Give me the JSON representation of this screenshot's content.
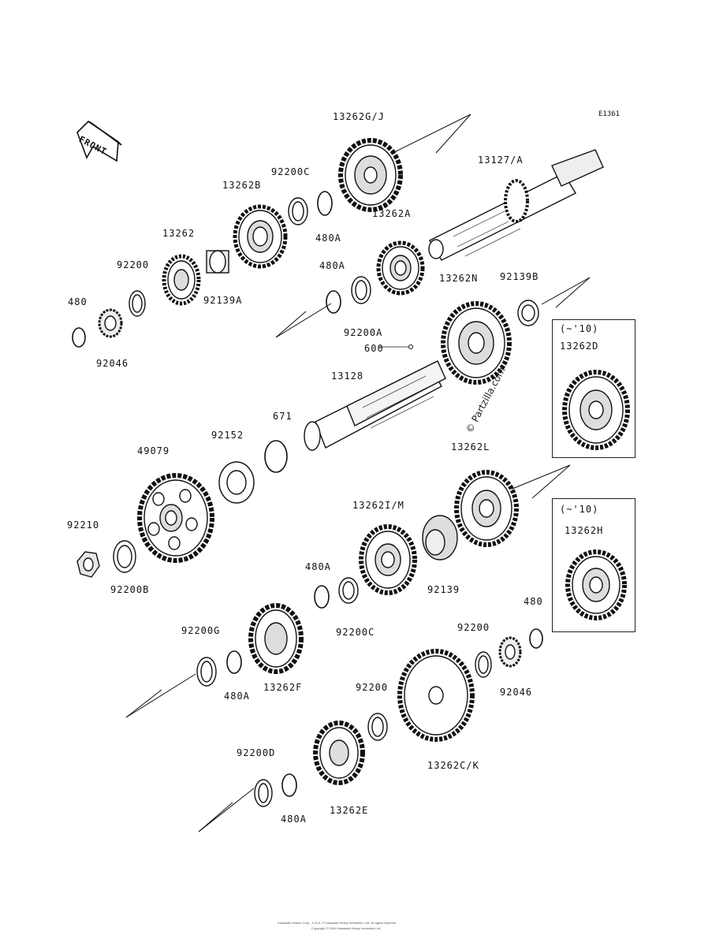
{
  "diagram_code": "E1361",
  "front_label": "FRONT",
  "watermark": "© Partzilla.com",
  "copyright_line1": "Kawasaki Motors Corp., U.S.A. © Kawasaki Heavy Industries, Ltd. All rights reserved.",
  "copyright_line2": "Copyright © 2004 Kawasaki Heavy Industries Ltd.",
  "variant_boxes": [
    {
      "note": "(~'10)",
      "part": "13262D"
    },
    {
      "note": "(~'10)",
      "part": "13262H"
    }
  ],
  "parts": {
    "p13262GJ": "13262G/J",
    "p13127A": "13127/A",
    "p92200C_1": "92200C",
    "p13262B": "13262B",
    "p480A_1": "480A",
    "p13262A": "13262A",
    "p13262": "13262",
    "p92200": "92200",
    "p92139A": "92139A",
    "p480A_2": "480A",
    "p13262N": "13262N",
    "p92139B": "92139B",
    "p480_1": "480",
    "p92200A": "92200A",
    "p92046_1": "92046",
    "p600": "600",
    "p13128": "13128",
    "p13262L": "13262L",
    "p671": "671",
    "p49079": "49079",
    "p92152": "92152",
    "p13262IM": "13262I/M",
    "p92210": "92210",
    "p92200B": "92200B",
    "p480A_3": "480A",
    "p92139": "92139",
    "p92200G": "92200G",
    "p92200C_2": "92200C",
    "p480_2": "480",
    "p92200_2": "92200",
    "p480A_4": "480A",
    "p13262F": "13262F",
    "p92200_3": "92200",
    "p92046_2": "92046",
    "p13262CK": "13262C/K",
    "p92200D": "92200D",
    "p13262E": "13262E",
    "p480A_5": "480A"
  }
}
